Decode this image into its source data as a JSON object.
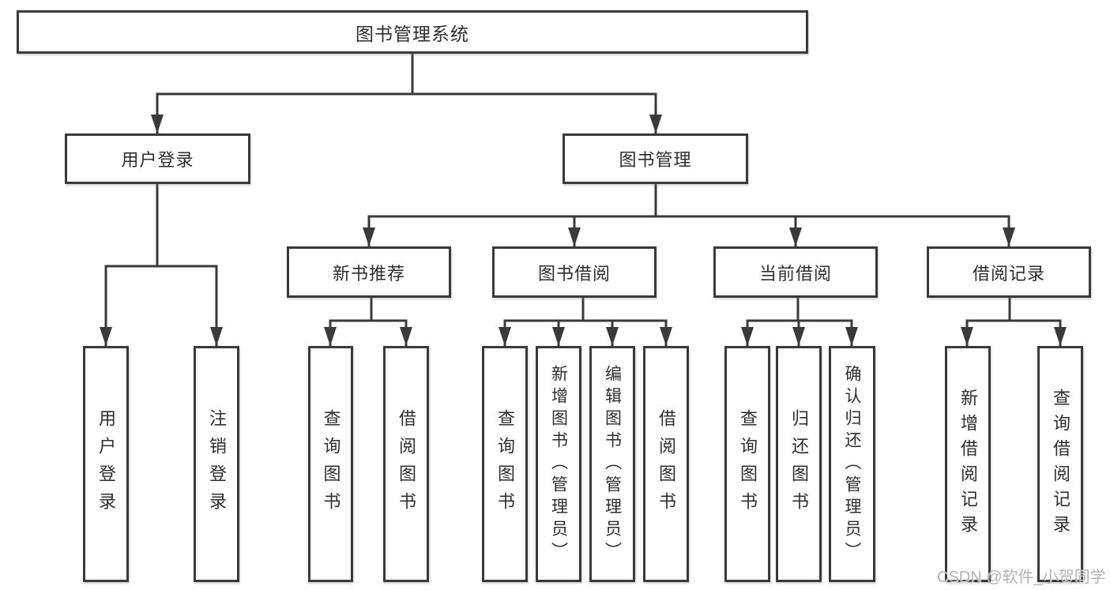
{
  "diagram": {
    "title": "图书管理系统",
    "level2": {
      "user_login": {
        "label": "用户登录"
      },
      "book_management": {
        "label": "图书管理"
      }
    },
    "level3": {
      "new_book_recommend": {
        "label": "新书推荐"
      },
      "book_borrowing": {
        "label": "图书借阅"
      },
      "current_borrowing": {
        "label": "当前借阅"
      },
      "borrowing_records": {
        "label": "借阅记录"
      }
    },
    "leaves": {
      "user_login": {
        "label": "用户登录"
      },
      "logout": {
        "label": "注销登录"
      },
      "recommend_query_books": {
        "label": "查询图书"
      },
      "recommend_borrow_books": {
        "label": "借阅图书"
      },
      "borrowing_query_books": {
        "label": "查询图书"
      },
      "borrowing_add_books": {
        "label": "新增图书（管理员）"
      },
      "borrowing_edit_books": {
        "label": "编辑图书（管理员）"
      },
      "borrowing_borrow_books": {
        "label": "借阅图书"
      },
      "current_query_books": {
        "label": "查询图书"
      },
      "current_return_books": {
        "label": "归还图书"
      },
      "current_confirm_return": {
        "label": "确认归还（管理员）"
      },
      "records_add_record": {
        "label": "新增借阅记录"
      },
      "records_query_record": {
        "label": "查询借阅记录"
      }
    },
    "watermark": "CSDN @软件_小贺同学",
    "colors": {
      "line": "#3a3a3a",
      "text": "#2e2e2e",
      "watermark": "#b3b3b3",
      "background": "#ffffff"
    }
  }
}
